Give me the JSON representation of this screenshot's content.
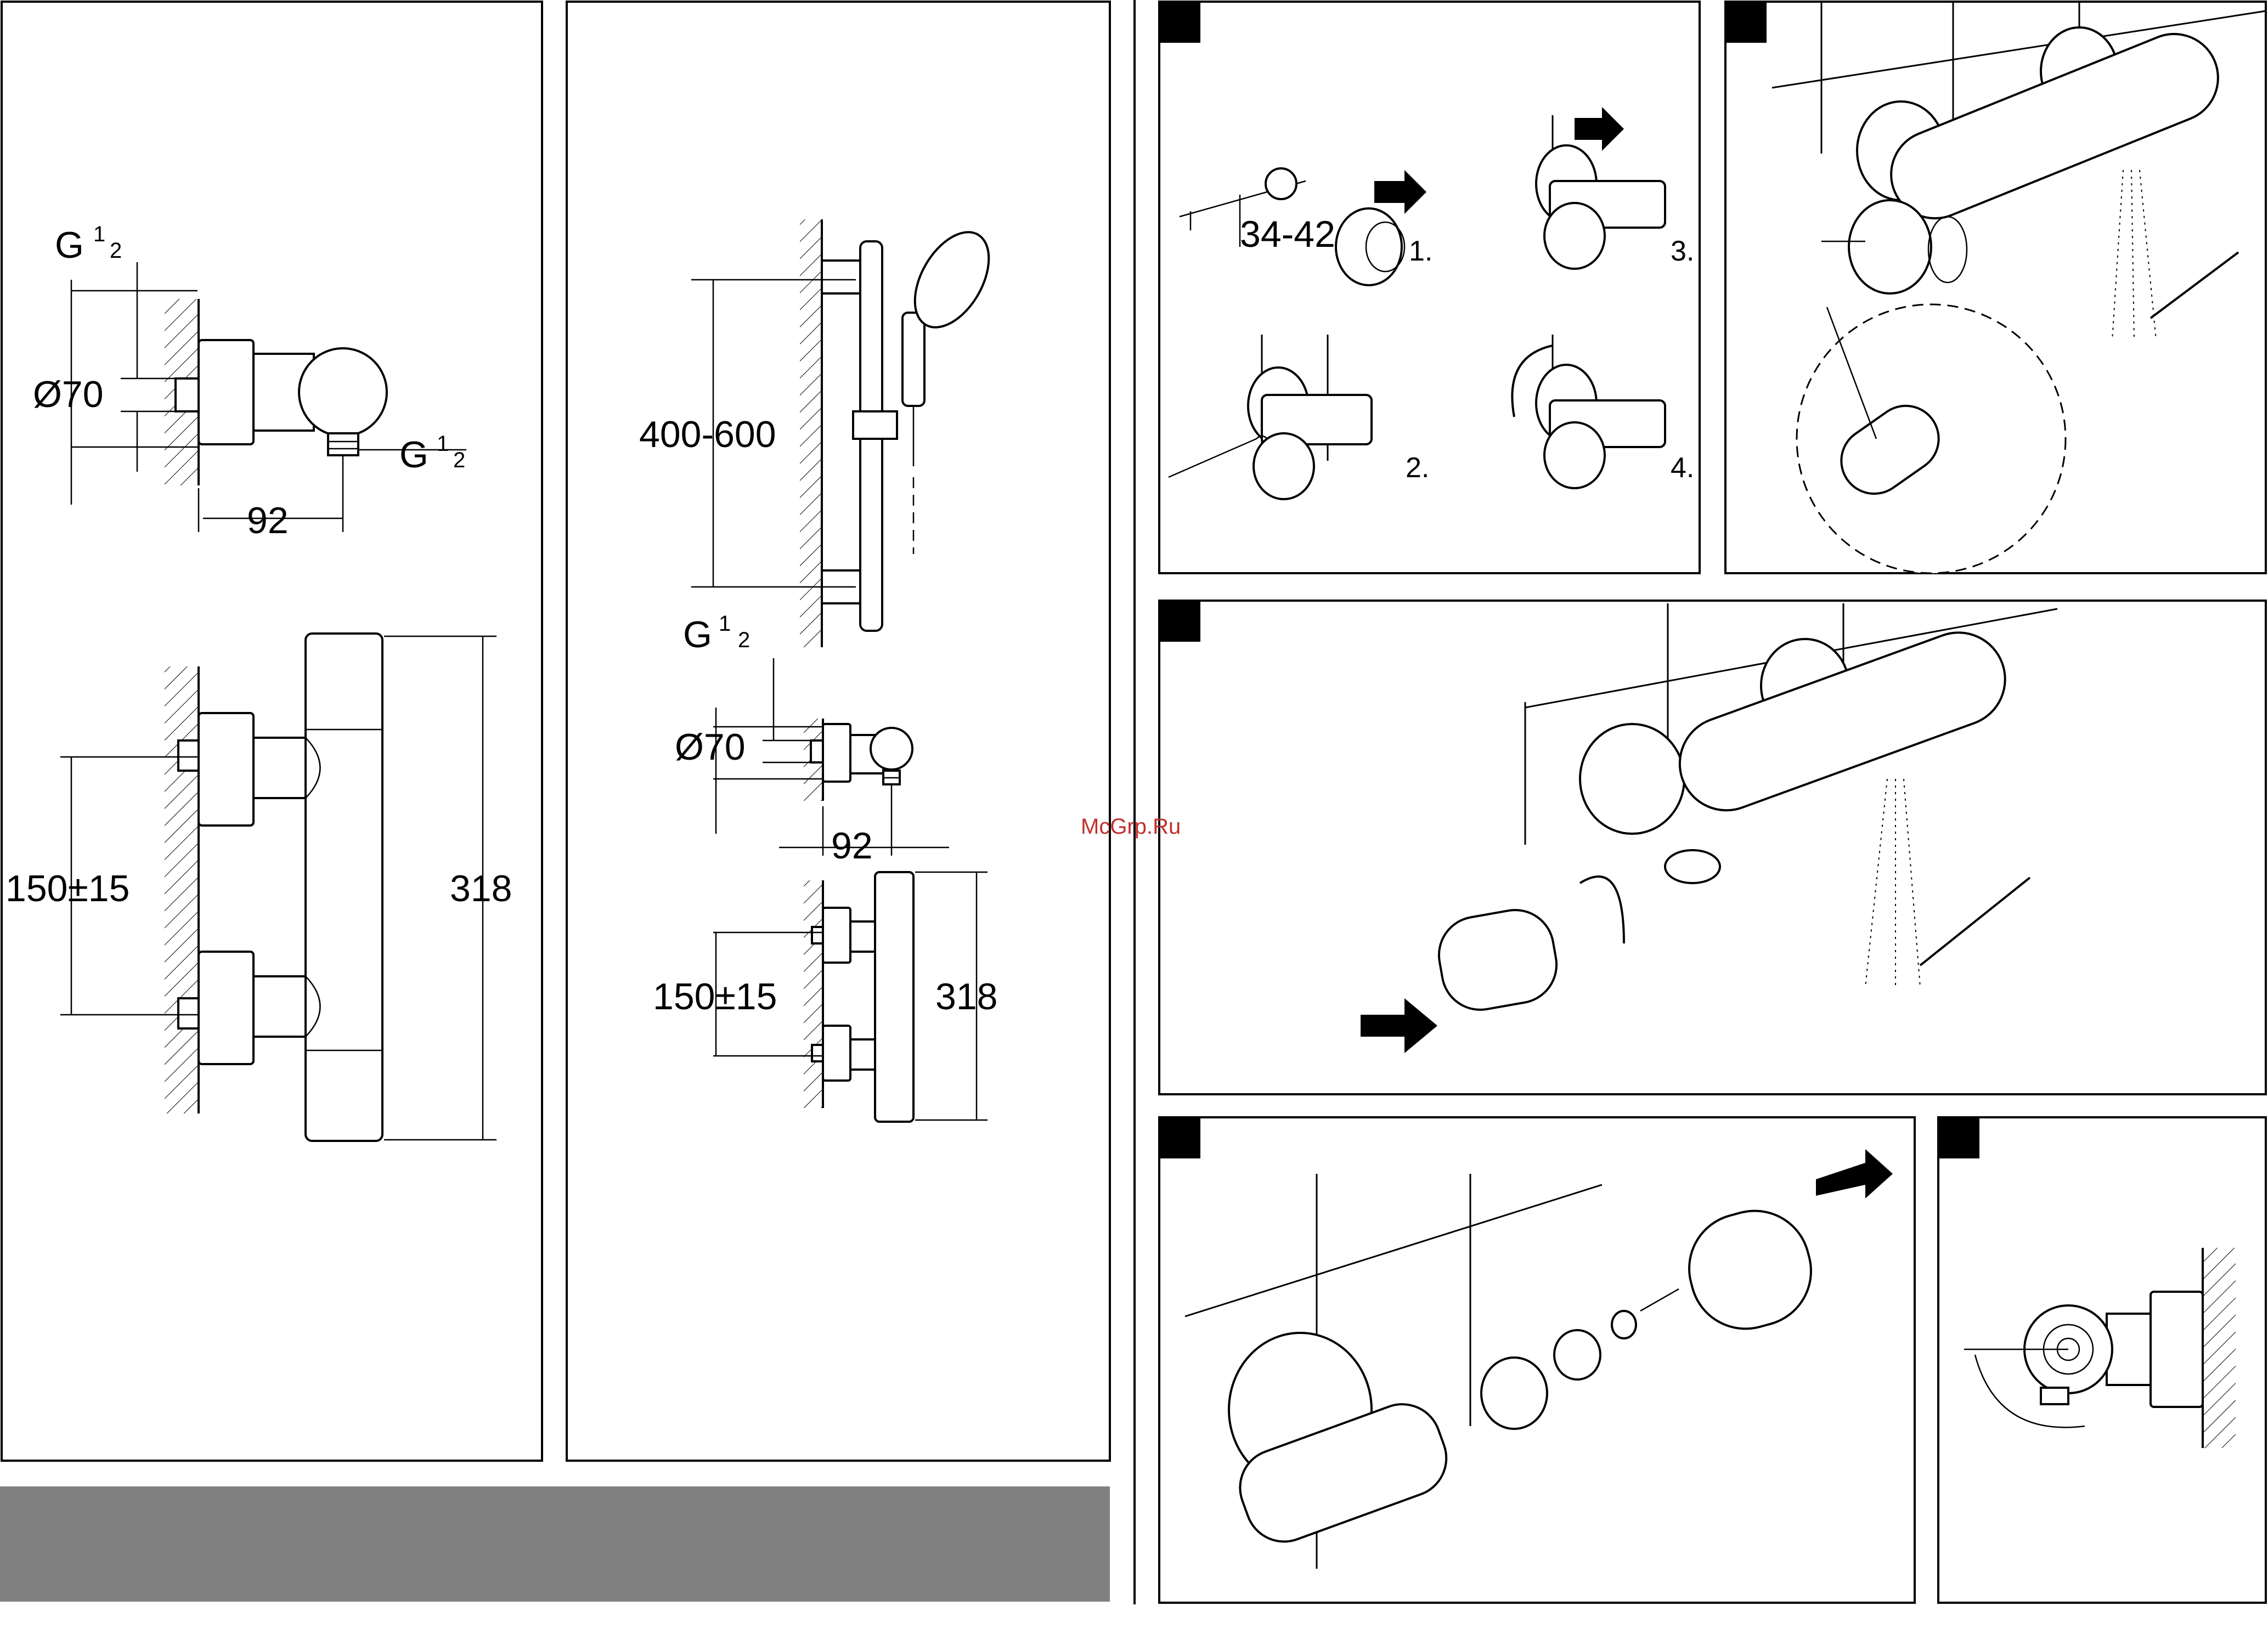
{
  "watermark": "McGrp.Ru",
  "left_panel": {
    "dims": {
      "inlet_thread": "G",
      "thread_num": "1",
      "thread_den": "2",
      "diameter": "Ø70",
      "outlet_thread": "G",
      "depth": "92",
      "centers": "150±15",
      "height": "318"
    }
  },
  "middle_panel": {
    "dims": {
      "rail_range": "400-600",
      "inlet_thread": "G",
      "thread_num": "1",
      "thread_den": "2",
      "diameter": "Ø70",
      "depth": "92",
      "centers": "150±15",
      "height": "318"
    }
  },
  "install_panel": {
    "range": "34-42",
    "steps": [
      "1.",
      "2.",
      "3.",
      "4."
    ]
  },
  "colors": {
    "ink": "#000000",
    "footer_bar": "#808080",
    "watermark": "#c0302c"
  }
}
